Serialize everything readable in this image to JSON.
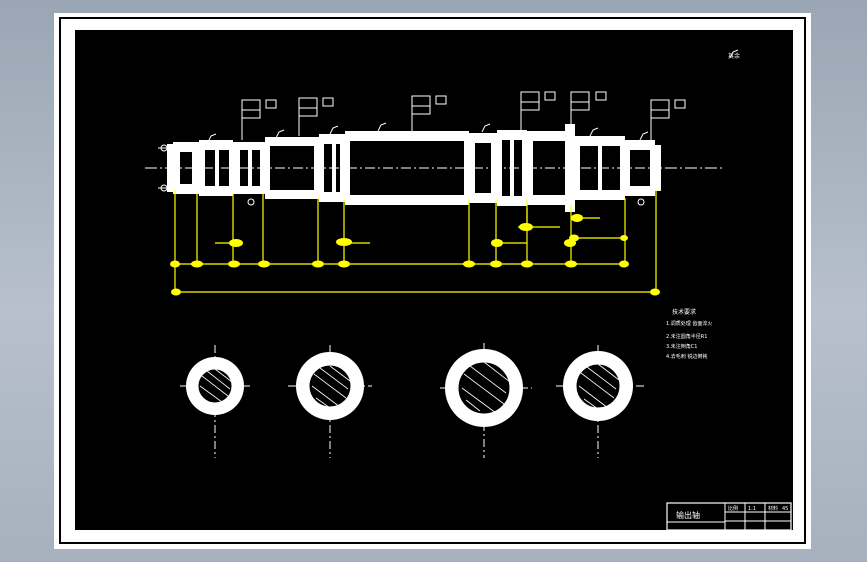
{
  "drawing": {
    "corner_note": "其余",
    "tech_notes": [
      "技术要求",
      "1.调质处理 齿面淬火",
      "2.未注圆角半径R1",
      "3.未注倒角C1",
      "4.去毛刺 锐边倒钝"
    ],
    "title_block": {
      "drawing_name": "输出轴",
      "cells": [
        "比例",
        "1:1",
        "材料",
        "45"
      ]
    }
  },
  "colors": {
    "background": "#000000",
    "linework": "#ffffff",
    "dimensions": "#ffff00",
    "window": "#a9b3c0"
  }
}
